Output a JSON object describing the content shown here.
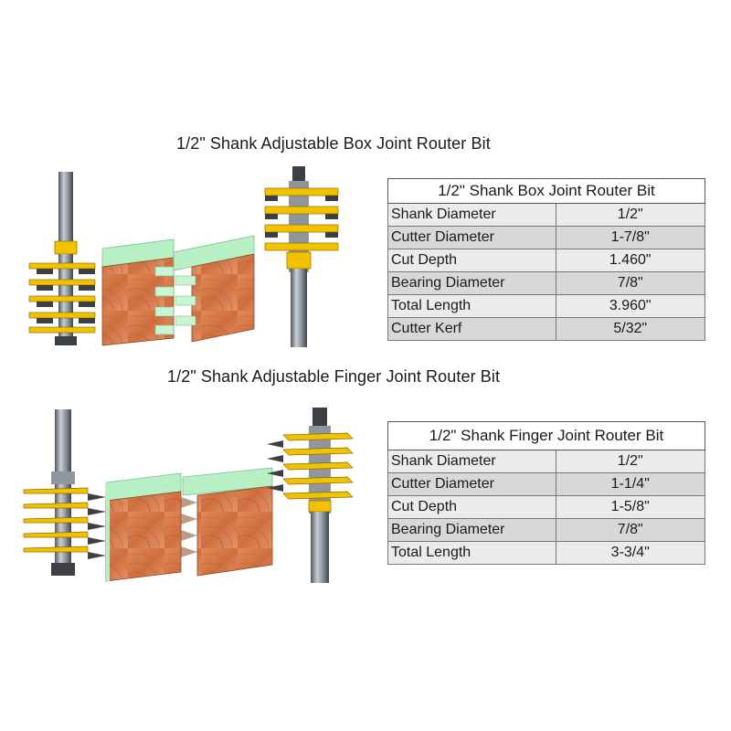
{
  "sections": [
    {
      "title": "1/2\" Shank Adjustable Box Joint Router Bit",
      "table": {
        "header": "1/2\" Shank Box Joint Router Bit",
        "rows": [
          {
            "label": "Shank Diameter",
            "value": "1/2\""
          },
          {
            "label": "Cutter Diameter",
            "value": "1-7/8\""
          },
          {
            "label": "Cut Depth",
            "value": "1.460\""
          },
          {
            "label": "Bearing Diameter",
            "value": "7/8\""
          },
          {
            "label": "Total Length",
            "value": "3.960\""
          },
          {
            "label": "Cutter Kerf",
            "value": "5/32\""
          }
        ]
      }
    },
    {
      "title": "1/2\" Shank Adjustable Finger Joint Router Bit",
      "table": {
        "header": "1/2\" Shank Finger Joint Router Bit",
        "rows": [
          {
            "label": "Shank Diameter",
            "value": "1/2\""
          },
          {
            "label": "Cutter Diameter",
            "value": "1-1/4\""
          },
          {
            "label": "Cut Depth",
            "value": "1-5/8\""
          },
          {
            "label": "Bearing Diameter",
            "value": "7/8\""
          },
          {
            "label": "Total Length",
            "value": "3-3/4\""
          }
        ]
      }
    }
  ],
  "colors": {
    "cutter_yellow": "#f2c200",
    "shank_gray": "#7f8790",
    "wood_orange": "#d87a4a",
    "wood_edge_green": "#a9e8b8"
  }
}
